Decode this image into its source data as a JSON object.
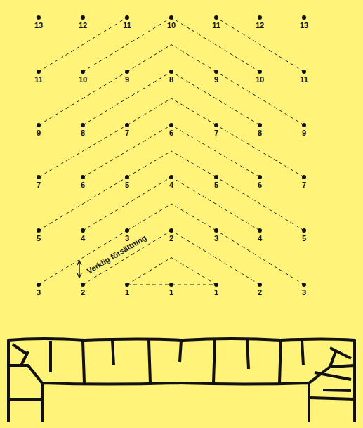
{
  "diagram": {
    "labels": [
      "13",
      "12",
      "11",
      "10",
      "11",
      "12",
      "13",
      "11",
      "10",
      "9",
      "8",
      "9",
      "10",
      "11",
      "9",
      "8",
      "7",
      "6",
      "7",
      "8",
      "9",
      "7",
      "6",
      "5",
      "4",
      "5",
      "6",
      "7",
      "5",
      "4",
      "3",
      "2",
      "3",
      "4",
      "5",
      "3",
      "2",
      "1",
      "1",
      "1",
      "2",
      "3",
      "Verklig försättning"
    ]
  }
}
